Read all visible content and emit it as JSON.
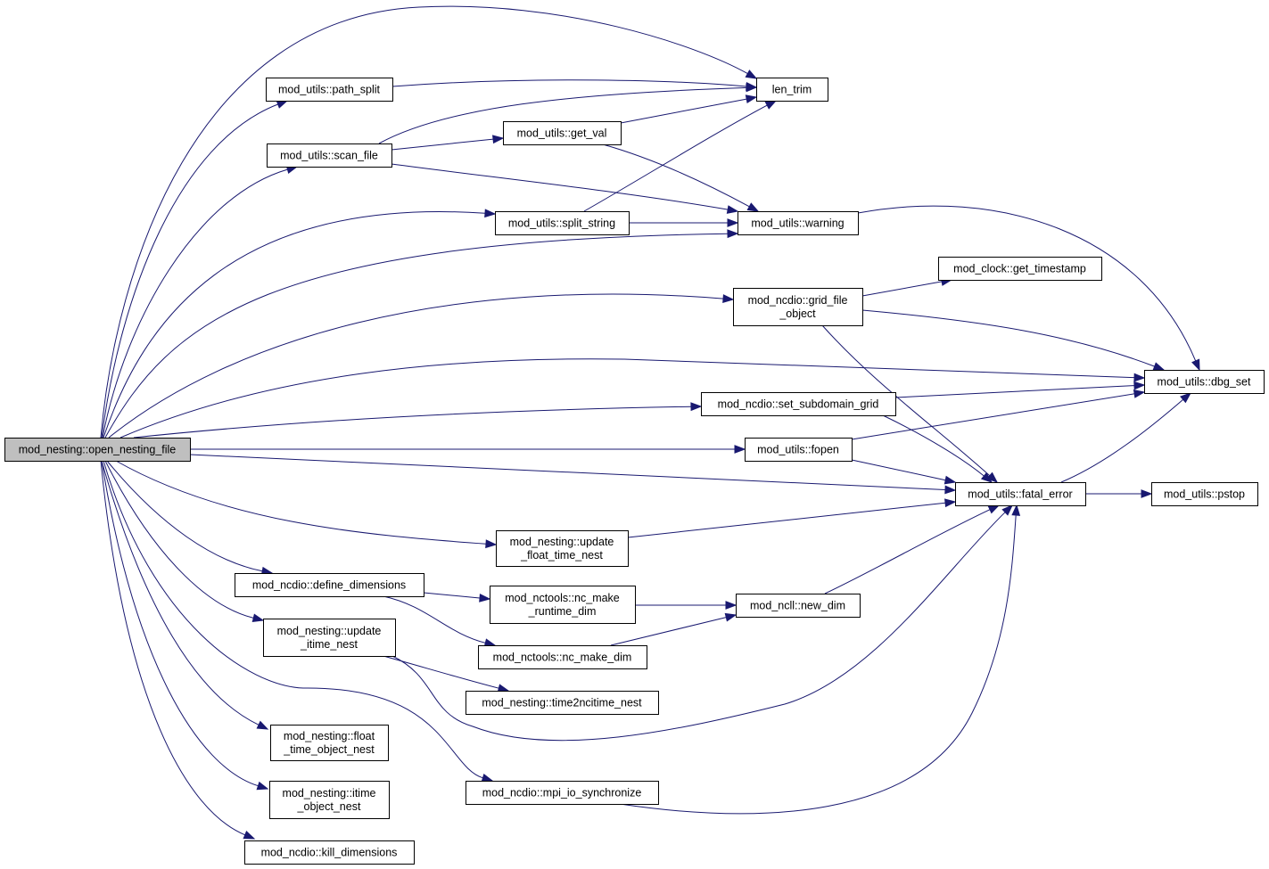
{
  "nodes": {
    "root": {
      "lines": [
        "mod_nesting::open_nesting_file"
      ],
      "interactable": false,
      "root": true
    },
    "path_split": {
      "lines": [
        "mod_utils::path_split"
      ],
      "interactable": true
    },
    "len_trim": {
      "lines": [
        "len_trim"
      ],
      "interactable": false
    },
    "scan_file": {
      "lines": [
        "mod_utils::scan_file"
      ],
      "interactable": true
    },
    "get_val": {
      "lines": [
        "mod_utils::get_val"
      ],
      "interactable": true
    },
    "split_string": {
      "lines": [
        "mod_utils::split_string"
      ],
      "interactable": true
    },
    "warning": {
      "lines": [
        "mod_utils::warning"
      ],
      "interactable": true
    },
    "get_timestamp": {
      "lines": [
        "mod_clock::get_timestamp"
      ],
      "interactable": true
    },
    "grid_file_object": {
      "lines": [
        "mod_ncdio::grid_file",
        "_object"
      ],
      "interactable": true
    },
    "dbg_set": {
      "lines": [
        "mod_utils::dbg_set"
      ],
      "interactable": true
    },
    "set_subdomain_grid": {
      "lines": [
        "mod_ncdio::set_subdomain_grid"
      ],
      "interactable": true
    },
    "fopen": {
      "lines": [
        "mod_utils::fopen"
      ],
      "interactable": true
    },
    "fatal_error": {
      "lines": [
        "mod_utils::fatal_error"
      ],
      "interactable": true
    },
    "pstop": {
      "lines": [
        "mod_utils::pstop"
      ],
      "interactable": true
    },
    "update_float_time_nest": {
      "lines": [
        "mod_nesting::update",
        "_float_time_nest"
      ],
      "interactable": true
    },
    "define_dimensions": {
      "lines": [
        "mod_ncdio::define_dimensions"
      ],
      "interactable": true
    },
    "nc_make_runtime_dim": {
      "lines": [
        "mod_nctools::nc_make",
        "_runtime_dim"
      ],
      "interactable": true
    },
    "new_dim": {
      "lines": [
        "mod_ncll::new_dim"
      ],
      "interactable": true
    },
    "update_itime_nest": {
      "lines": [
        "mod_nesting::update",
        "_itime_nest"
      ],
      "interactable": true
    },
    "nc_make_dim": {
      "lines": [
        "mod_nctools::nc_make_dim"
      ],
      "interactable": true
    },
    "time2ncitime_nest": {
      "lines": [
        "mod_nesting::time2ncitime_nest"
      ],
      "interactable": true
    },
    "float_time_object_nest": {
      "lines": [
        "mod_nesting::float",
        "_time_object_nest"
      ],
      "interactable": true
    },
    "itime_object_nest": {
      "lines": [
        "mod_nesting::itime",
        "_object_nest"
      ],
      "interactable": true
    },
    "mpi_io_synchronize": {
      "lines": [
        "mod_ncdio::mpi_io_synchronize"
      ],
      "interactable": true
    },
    "kill_dimensions": {
      "lines": [
        "mod_ncdio::kill_dimensions"
      ],
      "interactable": true
    }
  },
  "edges": [
    [
      "root",
      "len_trim"
    ],
    [
      "root",
      "path_split"
    ],
    [
      "root",
      "scan_file"
    ],
    [
      "root",
      "split_string"
    ],
    [
      "root",
      "warning"
    ],
    [
      "root",
      "grid_file_object"
    ],
    [
      "root",
      "dbg_set"
    ],
    [
      "root",
      "set_subdomain_grid"
    ],
    [
      "root",
      "fopen"
    ],
    [
      "root",
      "fatal_error"
    ],
    [
      "root",
      "update_float_time_nest"
    ],
    [
      "root",
      "define_dimensions"
    ],
    [
      "root",
      "update_itime_nest"
    ],
    [
      "root",
      "float_time_object_nest"
    ],
    [
      "root",
      "itime_object_nest"
    ],
    [
      "root",
      "kill_dimensions"
    ],
    [
      "root",
      "mpi_io_synchronize"
    ],
    [
      "path_split",
      "len_trim"
    ],
    [
      "scan_file",
      "len_trim"
    ],
    [
      "scan_file",
      "get_val"
    ],
    [
      "scan_file",
      "warning"
    ],
    [
      "get_val",
      "len_trim"
    ],
    [
      "get_val",
      "warning"
    ],
    [
      "split_string",
      "len_trim"
    ],
    [
      "split_string",
      "warning"
    ],
    [
      "warning",
      "dbg_set"
    ],
    [
      "grid_file_object",
      "get_timestamp"
    ],
    [
      "grid_file_object",
      "dbg_set"
    ],
    [
      "grid_file_object",
      "fatal_error"
    ],
    [
      "set_subdomain_grid",
      "dbg_set"
    ],
    [
      "set_subdomain_grid",
      "fatal_error"
    ],
    [
      "fopen",
      "dbg_set"
    ],
    [
      "fopen",
      "fatal_error"
    ],
    [
      "fatal_error",
      "dbg_set"
    ],
    [
      "fatal_error",
      "pstop"
    ],
    [
      "update_float_time_nest",
      "fatal_error"
    ],
    [
      "define_dimensions",
      "nc_make_runtime_dim"
    ],
    [
      "define_dimensions",
      "nc_make_dim"
    ],
    [
      "nc_make_runtime_dim",
      "new_dim"
    ],
    [
      "nc_make_dim",
      "new_dim"
    ],
    [
      "new_dim",
      "fatal_error"
    ],
    [
      "update_itime_nest",
      "time2ncitime_nest"
    ],
    [
      "update_itime_nest",
      "fatal_error"
    ],
    [
      "mpi_io_synchronize",
      "fatal_error"
    ]
  ]
}
